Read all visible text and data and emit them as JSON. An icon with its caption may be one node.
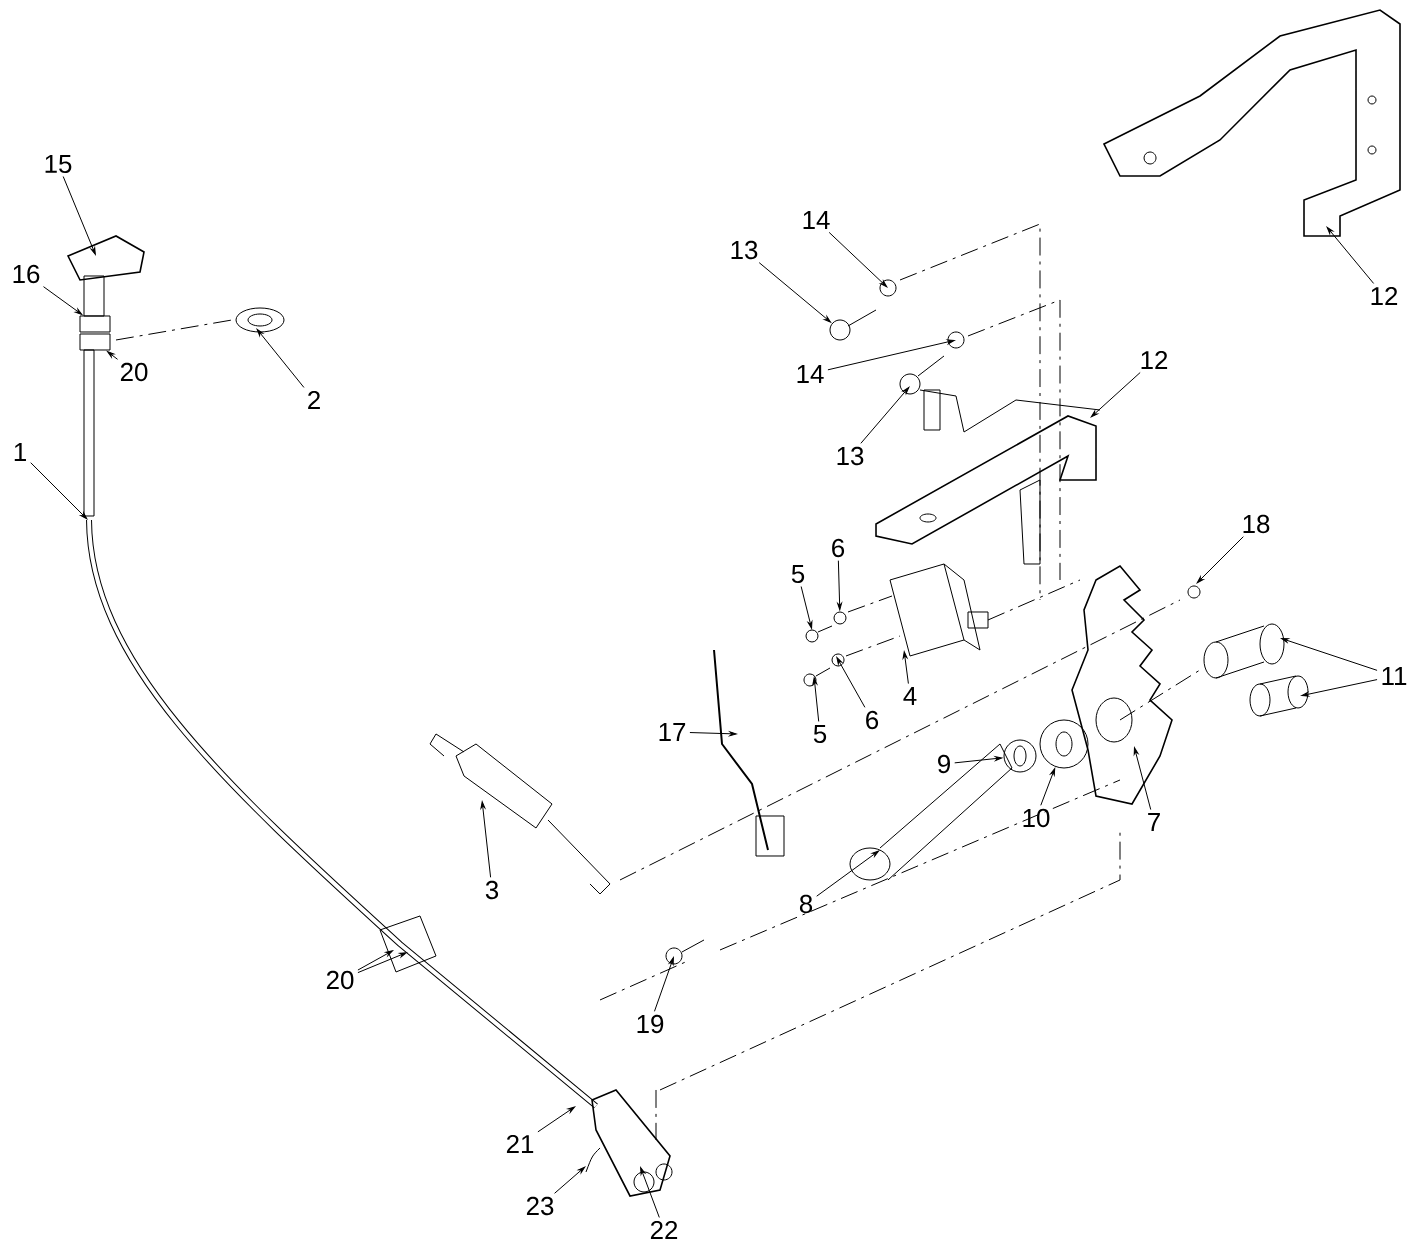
{
  "diagram": {
    "nodes": [
      {
        "text": [
          "12"
        ]
      },
      {
        "text": [
          "15"
        ]
      },
      {
        "text": [
          "14"
        ]
      },
      {
        "text": [
          "13"
        ]
      },
      {
        "text": [
          "16"
        ]
      },
      {
        "text": [
          "12"
        ]
      },
      {
        "text": [
          "20"
        ]
      },
      {
        "text": [
          "14"
        ]
      },
      {
        "text": [
          "2"
        ]
      },
      {
        "text": [
          "1"
        ]
      },
      {
        "text": [
          "13"
        ]
      },
      {
        "text": [
          "18"
        ]
      },
      {
        "text": [
          "6"
        ]
      },
      {
        "text": [
          "5"
        ]
      },
      {
        "text": [
          "11"
        ]
      },
      {
        "text": [
          "4"
        ]
      },
      {
        "text": [
          "6"
        ]
      },
      {
        "text": [
          "17"
        ]
      },
      {
        "text": [
          "5"
        ]
      },
      {
        "text": [
          "9"
        ]
      },
      {
        "text": [
          "10"
        ]
      },
      {
        "text": [
          "7"
        ]
      },
      {
        "text": [
          "3"
        ]
      },
      {
        "text": [
          "8"
        ]
      },
      {
        "text": [
          "20"
        ]
      },
      {
        "text": [
          "19"
        ]
      },
      {
        "text": [
          "21"
        ]
      },
      {
        "text": [
          "23"
        ]
      },
      {
        "text": [
          "22"
        ]
      },
      {
        "text": [],
        "shape": "box"
      },
      {
        "text": [],
        "shape": "circle"
      },
      {
        "text": [],
        "shape": "circle"
      },
      {
        "text": [],
        "shape": "circle"
      },
      {
        "text": [],
        "shape": "box"
      },
      {
        "text": [],
        "shape": "circle"
      }
    ],
    "edges": [
      {
        "from": 0,
        "to": null,
        "arrow": "to"
      },
      {
        "from": 1,
        "to": null,
        "arrow": "to"
      },
      {
        "from": 2,
        "to": null,
        "arrow": "to"
      },
      {
        "from": 3,
        "to": 30,
        "arrow": "to"
      },
      {
        "from": 4,
        "to": 29,
        "arrow": "to"
      },
      {
        "from": 5,
        "to": null,
        "arrow": "to"
      },
      {
        "from": 6,
        "to": 33,
        "arrow": "to"
      },
      {
        "from": 7,
        "to": null,
        "arrow": "to"
      },
      {
        "from": 8,
        "to": null,
        "arrow": "to"
      },
      {
        "from": 9,
        "to": null,
        "arrow": "to"
      },
      {
        "from": 10,
        "to": null,
        "arrow": "to"
      },
      {
        "from": 11,
        "to": null,
        "arrow": "to"
      },
      {
        "from": 12,
        "to": 31,
        "arrow": "to"
      },
      {
        "from": 13,
        "to": null,
        "arrow": "to"
      },
      {
        "from": 14,
        "to": null,
        "arrow": "to"
      },
      {
        "from": 14,
        "to": null,
        "arrow": "to"
      },
      {
        "from": 15,
        "to": null,
        "arrow": "to"
      },
      {
        "from": 16,
        "to": null,
        "arrow": "to"
      },
      {
        "from": 17,
        "to": null,
        "arrow": "to"
      },
      {
        "from": 18,
        "to": null,
        "arrow": "to"
      },
      {
        "from": 19,
        "to": 32,
        "arrow": "to"
      },
      {
        "from": 20,
        "to": 34,
        "arrow": "to"
      },
      {
        "from": 21,
        "to": null,
        "arrow": "to"
      },
      {
        "from": 22,
        "to": null,
        "arrow": "to"
      },
      {
        "from": 23,
        "to": null,
        "arrow": "to"
      },
      {
        "from": 24,
        "to": null,
        "arrow": "to"
      },
      {
        "from": 24,
        "to": null,
        "arrow": "to"
      },
      {
        "from": 25,
        "to": null,
        "arrow": "to"
      },
      {
        "from": 26,
        "to": null,
        "arrow": "to"
      },
      {
        "from": 27,
        "to": null,
        "arrow": "to"
      },
      {
        "from": 28,
        "to": null,
        "arrow": "to"
      }
    ]
  }
}
